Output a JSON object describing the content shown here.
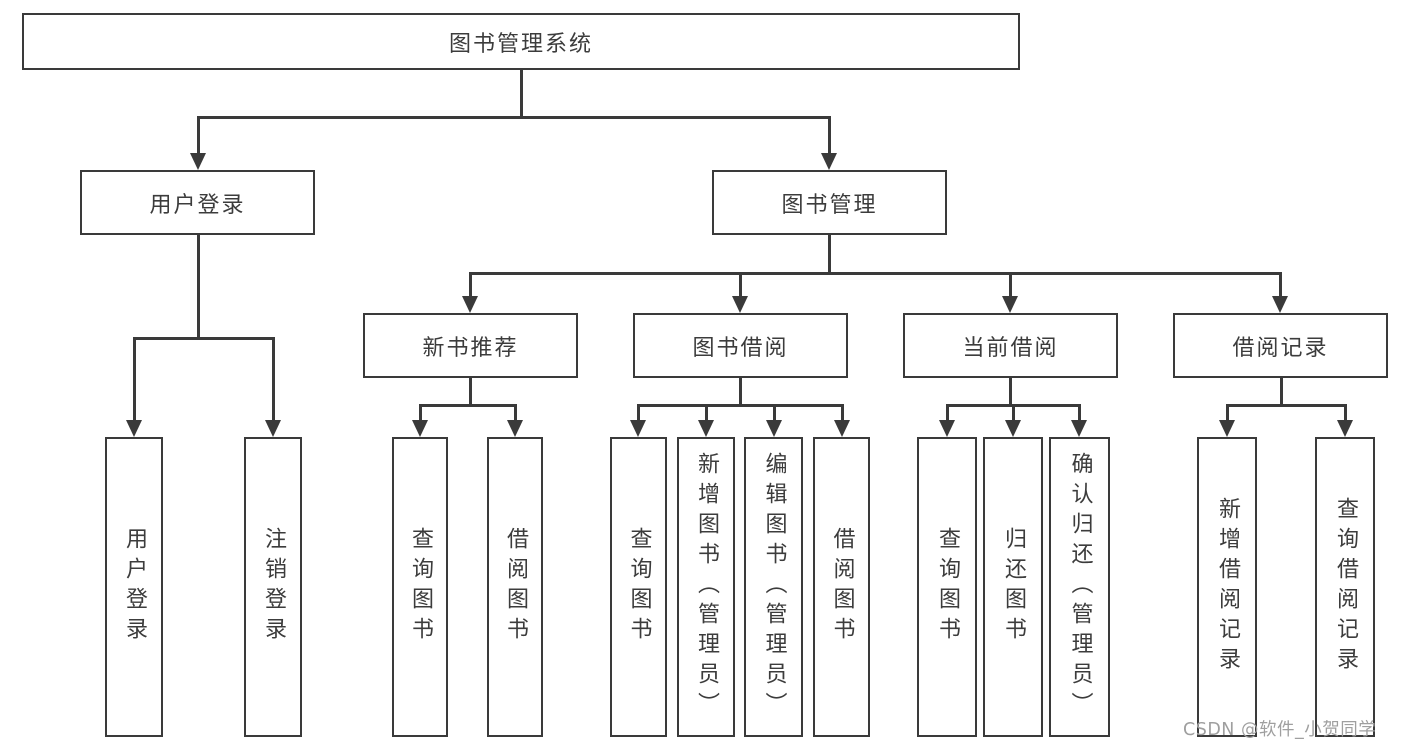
{
  "colors": {
    "background": "#ffffff",
    "line": "#3a3a3a",
    "text": "#3c3c3c",
    "watermark": "#9f9f9f"
  },
  "nodes": {
    "root": "图书管理系统",
    "user_login": "用户登录",
    "book_management": "图书管理",
    "new_book_recommend": "新书推荐",
    "book_borrow": "图书借阅",
    "current_borrow": "当前借阅",
    "borrow_records": "借阅记录",
    "leaf_user_login": "用户登录",
    "leaf_logout": "注销登录",
    "leaf_nbr_query_book": "查询图书",
    "leaf_nbr_borrow_book": "借阅图书",
    "leaf_bb_query_book": "查询图书",
    "leaf_bb_add_book": "新增图书（管理员）",
    "leaf_bb_edit_book": "编辑图书（管理员）",
    "leaf_bb_borrow_book": "借阅图书",
    "leaf_cb_query_book": "查询图书",
    "leaf_cb_return_book": "归还图书",
    "leaf_cb_confirm_return": "确认归还（管理员）",
    "leaf_br_add_record": "新增借阅记录",
    "leaf_br_query_record": "查询借阅记录"
  },
  "watermark": "CSDN @软件_小贺同学"
}
